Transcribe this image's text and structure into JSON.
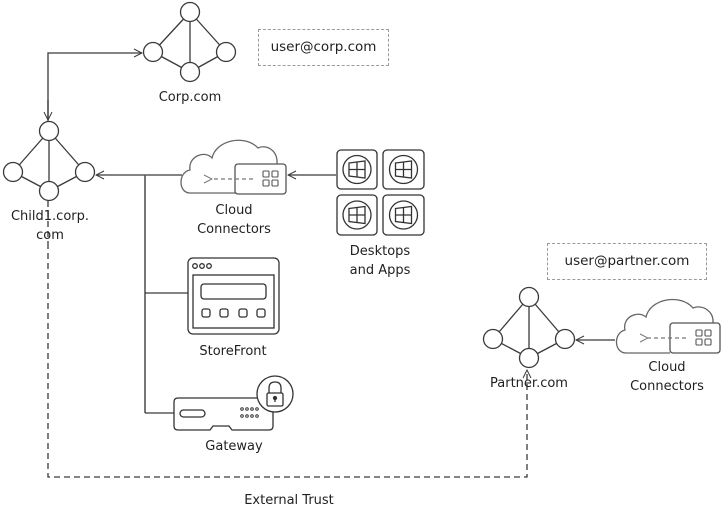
{
  "diagram": {
    "nodes": {
      "corp": {
        "label": "Corp.com",
        "icon": "domain-network-icon"
      },
      "child": {
        "label_line1": "Child1.corp.",
        "label_line2": "com",
        "icon": "domain-network-icon"
      },
      "partner": {
        "label": "Partner.com",
        "icon": "domain-network-icon"
      },
      "cloud_connectors_corp": {
        "label_line1": "Cloud",
        "label_line2": "Connectors",
        "icon": "cloud-connector-icon"
      },
      "cloud_connectors_partner": {
        "label_line1": "Cloud",
        "label_line2": "Connectors",
        "icon": "cloud-connector-icon"
      },
      "desktops": {
        "label_line1": "Desktops",
        "label_line2": "and Apps",
        "icon": "windows-desktop-icon",
        "count": 4
      },
      "storefront": {
        "label": "StoreFront",
        "icon": "storefront-window-icon"
      },
      "gateway": {
        "label": "Gateway",
        "icon": "gateway-lock-icon"
      }
    },
    "users": {
      "corp_user": "user@corp.com",
      "partner_user": "user@partner.com"
    },
    "trust": {
      "label": "External Trust"
    },
    "colors": {
      "stroke": "#3a3a3a",
      "dashed_box": "#9a9a9a",
      "text": "#1f1f1f"
    }
  }
}
